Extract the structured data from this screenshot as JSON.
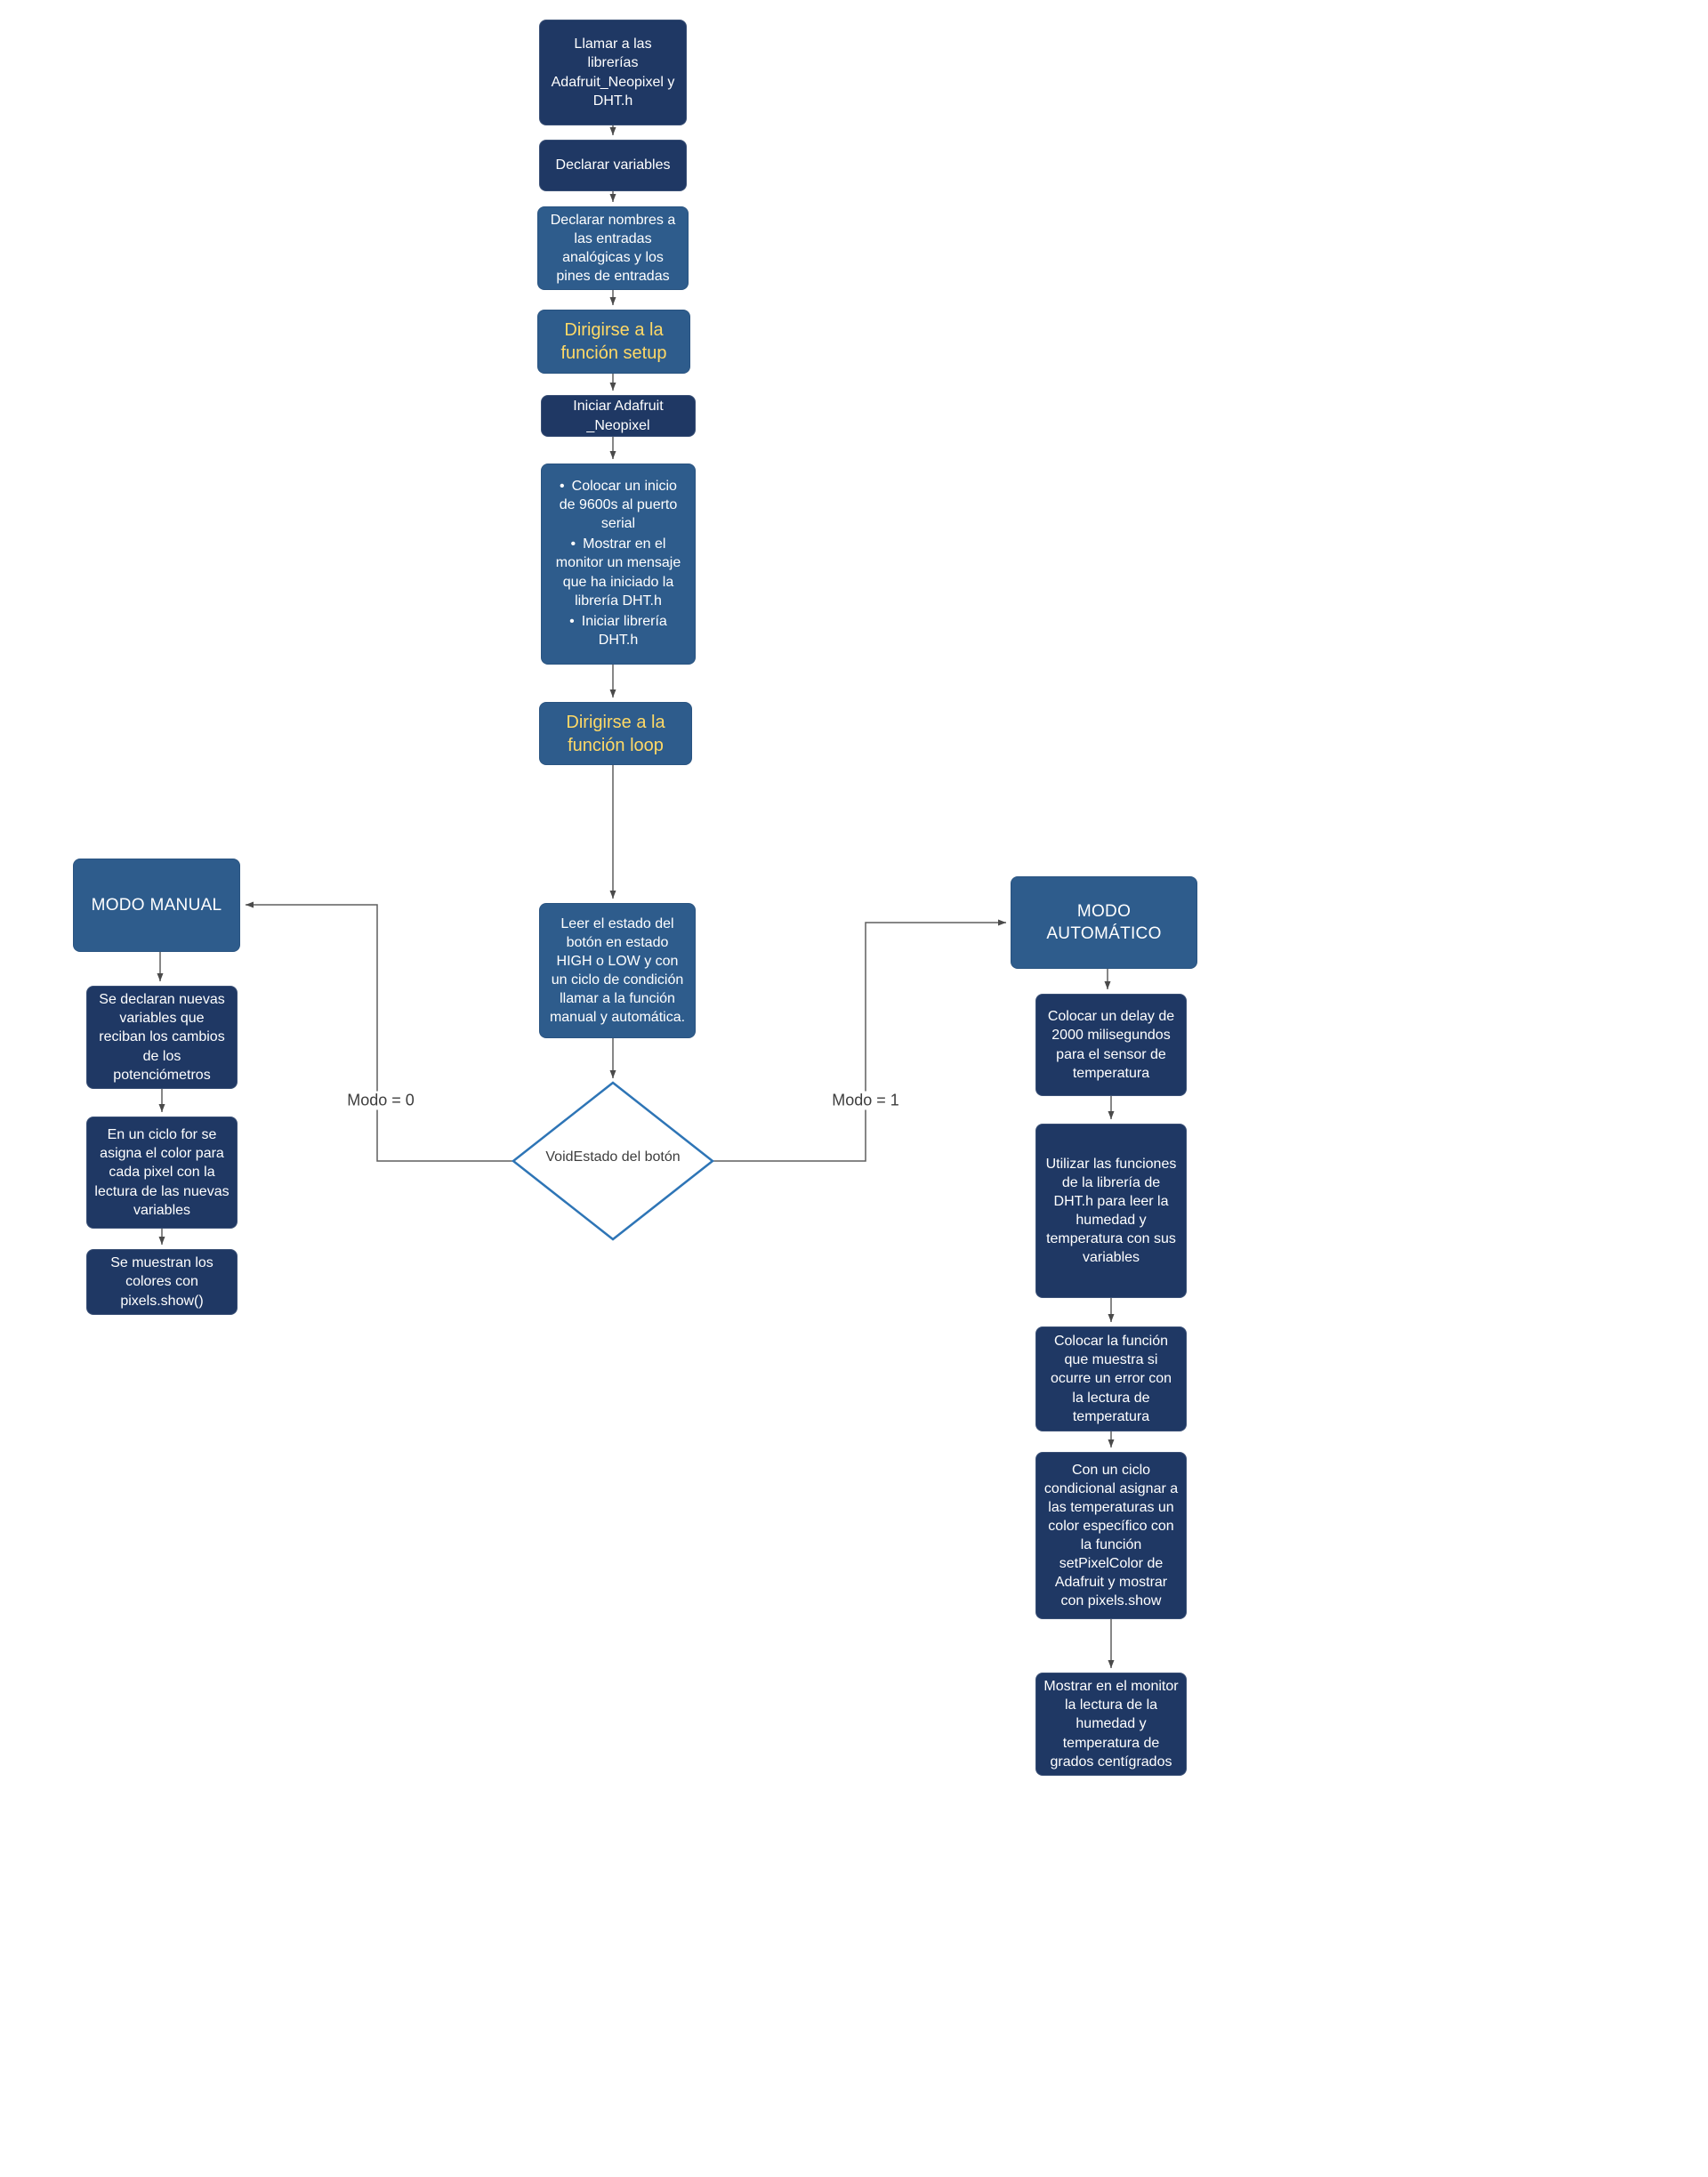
{
  "diagram": {
    "type": "flowchart",
    "colors": {
      "navy": "#1f3864",
      "blue": "#2e5c8c",
      "yellow": "#ffd966",
      "diamond_border": "#2e75b6",
      "line": "#5f5f5f",
      "arrow": "#4a4a4a",
      "text_light": "#ffffff",
      "text_dark": "#3d3d3d",
      "background": "#ffffff"
    },
    "nodes": {
      "call_libraries": {
        "label": "Llamar a las librerías Adafruit_Neopixel y DHT.h"
      },
      "declare_variables": {
        "label": "Declarar variables"
      },
      "declare_names": {
        "label": "Declarar nombres a las entradas analógicas y los pines de entradas"
      },
      "goto_setup": {
        "label": "Dirigirse a la función setup"
      },
      "init_neopixel": {
        "label": "Iniciar Adafruit _Neopixel"
      },
      "setup_steps": {
        "items": [
          "Colocar un inicio de 9600s al puerto serial",
          "Mostrar en el monitor un mensaje que ha iniciado la librería DHT.h",
          "Iniciar librería DHT.h"
        ]
      },
      "goto_loop": {
        "label": "Dirigirse a la función loop"
      },
      "read_button": {
        "label": "Leer el estado del botón en estado HIGH o LOW y con un ciclo de condición llamar a la función manual y automática."
      },
      "decision": {
        "label": "VoidEstado del botón"
      },
      "manual_mode": {
        "label": "MODO MANUAL"
      },
      "manual_declare": {
        "label": "Se declaran nuevas variables que reciban los cambios de los potenciómetros"
      },
      "manual_for": {
        "label": "En un ciclo for se asigna el color para cada pixel con la lectura de las nuevas variables"
      },
      "manual_show": {
        "label": "Se muestran los colores con pixels.show()"
      },
      "auto_mode": {
        "label": "MODO AUTOMÁTICO"
      },
      "auto_delay": {
        "label": "Colocar un delay de 2000 milisegundos para el sensor de temperatura"
      },
      "auto_dht": {
        "label": "Utilizar las funciones de la librería de DHT.h para leer la humedad y temperatura con sus variables"
      },
      "auto_error": {
        "label": "Colocar la función que muestra si ocurre un error con la lectura de temperatura"
      },
      "auto_color": {
        "label": "Con un ciclo condicional asignar a las temperaturas un color específico con la función setPixelColor de Adafruit y mostrar con pixels.show"
      },
      "auto_monitor": {
        "label": "Mostrar en el monitor la lectura de la humedad y temperatura de grados centígrados"
      }
    },
    "edge_labels": {
      "mode0": "Modo = 0",
      "mode1": "Modo = 1"
    }
  }
}
